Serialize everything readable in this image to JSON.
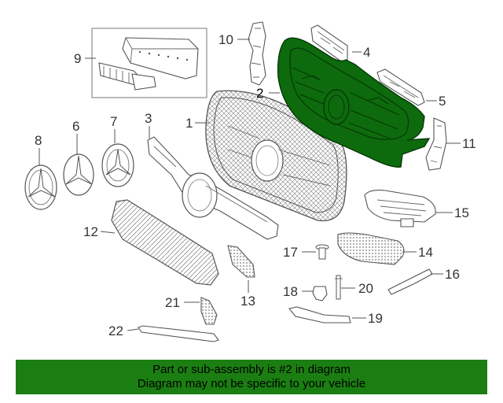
{
  "colors": {
    "highlight": "#0d6b0d",
    "highlight_stroke": "#063806",
    "banner_bg": "#1b7e12",
    "line": "#555555"
  },
  "banner": {
    "line1": "Part or sub-assembly is #2 in diagram",
    "line2": "Diagram may not be specific to your vehicle"
  },
  "callouts": [
    {
      "id": "1",
      "text": "1"
    },
    {
      "id": "2",
      "text": "2"
    },
    {
      "id": "3",
      "text": "3"
    },
    {
      "id": "4",
      "text": "4"
    },
    {
      "id": "5",
      "text": "5"
    },
    {
      "id": "6",
      "text": "6"
    },
    {
      "id": "7",
      "text": "7"
    },
    {
      "id": "8",
      "text": "8"
    },
    {
      "id": "9",
      "text": "9"
    },
    {
      "id": "10",
      "text": "10"
    },
    {
      "id": "11",
      "text": "11"
    },
    {
      "id": "12",
      "text": "12"
    },
    {
      "id": "13",
      "text": "13"
    },
    {
      "id": "14",
      "text": "14"
    },
    {
      "id": "15",
      "text": "15"
    },
    {
      "id": "16",
      "text": "16"
    },
    {
      "id": "17",
      "text": "17"
    },
    {
      "id": "18",
      "text": "18"
    },
    {
      "id": "19",
      "text": "19"
    },
    {
      "id": "20",
      "text": "20"
    },
    {
      "id": "21",
      "text": "21"
    },
    {
      "id": "22",
      "text": "22"
    }
  ]
}
